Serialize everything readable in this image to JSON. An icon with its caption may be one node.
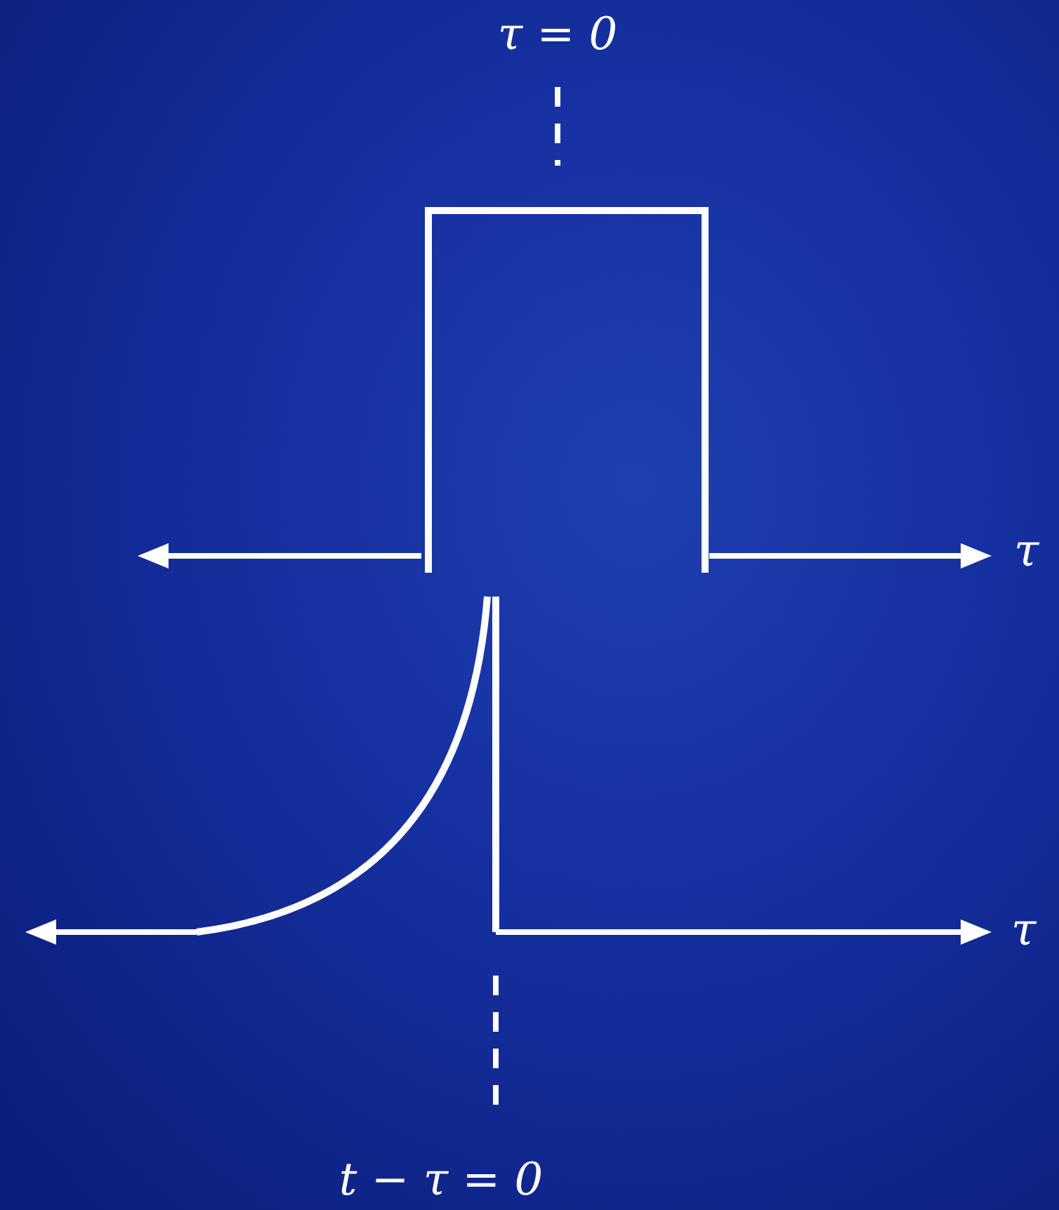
{
  "diagram": {
    "labels": [
      "τ = 0",
      "τ",
      "τ",
      "t − τ = 0"
    ]
  }
}
